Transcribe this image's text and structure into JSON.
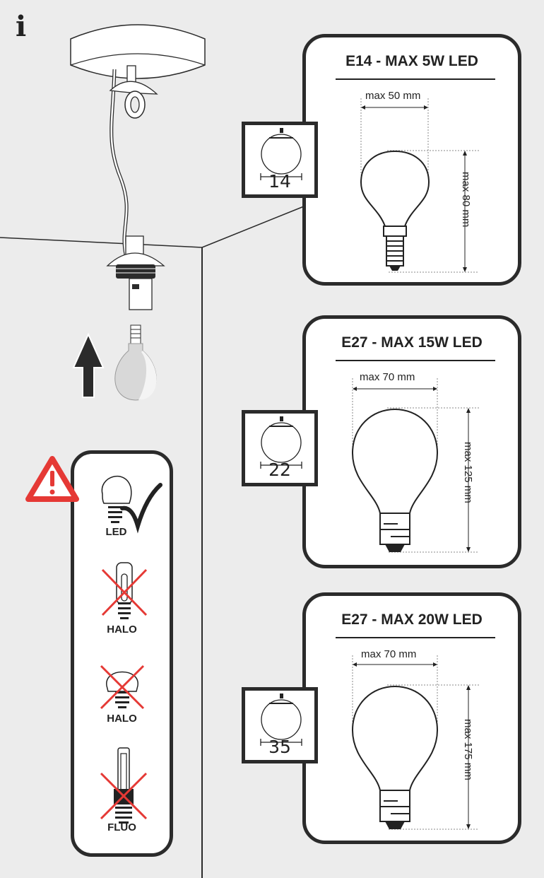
{
  "page": {
    "info_icon": "i",
    "background_color": "#ececec",
    "line_color": "#2b2b2b",
    "accent_red": "#e53935"
  },
  "specs": [
    {
      "title": "E14 - MAX 5W LED",
      "width_label": "max 50 mm",
      "height_label": "max 80 mm",
      "socket_size": "14",
      "bulb_type": "E14"
    },
    {
      "title": "E27 - MAX 15W LED",
      "width_label": "max 70 mm",
      "height_label": "max 125 mm",
      "socket_size": "22",
      "bulb_type": "E27"
    },
    {
      "title": "E27 - MAX 20W LED",
      "width_label": "max 70 mm",
      "height_label": "max 175 mm",
      "socket_size": "35",
      "bulb_type": "E27"
    }
  ],
  "legend": {
    "warning_icon": "warning-triangle",
    "items": [
      {
        "label": "LED",
        "status": "allowed",
        "icon": "led-bulb"
      },
      {
        "label": "HALO",
        "status": "forbidden",
        "icon": "halogen-capsule"
      },
      {
        "label": "HALO",
        "status": "forbidden",
        "icon": "halogen-globe"
      },
      {
        "label": "FLUO",
        "status": "forbidden",
        "icon": "fluorescent-tube"
      }
    ]
  }
}
